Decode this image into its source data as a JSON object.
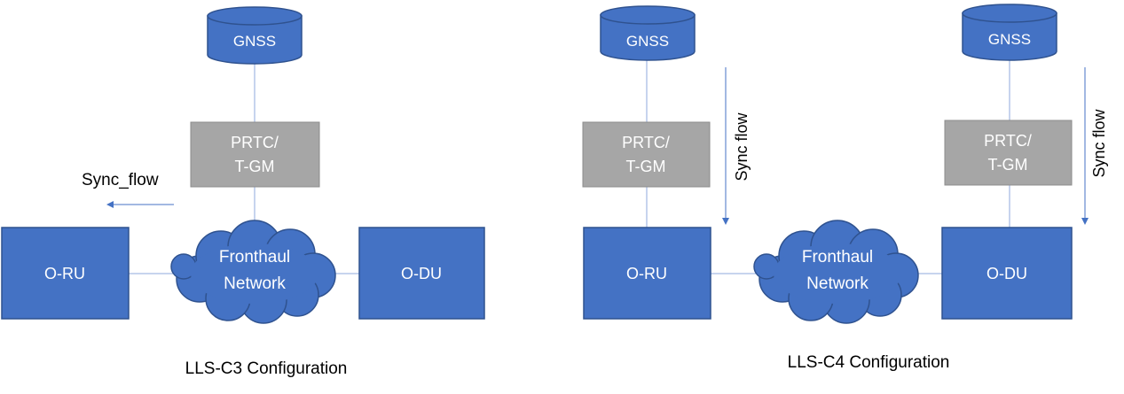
{
  "colors": {
    "box_fill": "#4472c4",
    "box_stroke": "#2f528f",
    "prtc_fill": "#a6a6a6",
    "prtc_stroke": "#8c8c8c",
    "line": "#8faadc",
    "arrow": "#4472c4",
    "text_light": "#ffffff",
    "text_dark": "#000000"
  },
  "left": {
    "gnss": "GNSS",
    "prtc_line1": "PRTC/",
    "prtc_line2": "T-GM",
    "sync_label": "Sync_flow",
    "oru": "O-RU",
    "fronthaul_line1": "Fronthaul",
    "fronthaul_line2": "Network",
    "odu": "O-DU",
    "caption": "LLS-C3 Configuration"
  },
  "right": {
    "gnss_a": "GNSS",
    "gnss_b": "GNSS",
    "prtc_a_line1": "PRTC/",
    "prtc_a_line2": "T-GM",
    "prtc_b_line1": "PRTC/",
    "prtc_b_line2": "T-GM",
    "sync_a": "Sync flow",
    "sync_b": "Sync flow",
    "oru": "O-RU",
    "fronthaul_line1": "Fronthaul",
    "fronthaul_line2": "Network",
    "odu": "O-DU",
    "caption": "LLS-C4 Configuration"
  }
}
